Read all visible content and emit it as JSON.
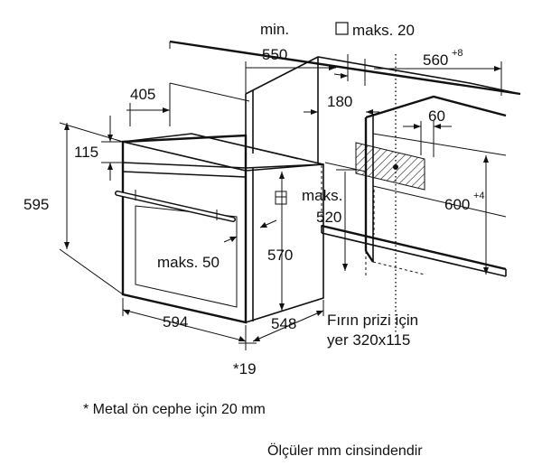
{
  "labels": {
    "min": "min.",
    "min_value": "550",
    "maks20": "maks. 20",
    "w560": "560",
    "w560_sup": "+8",
    "d405": "405",
    "d180": "180",
    "d60": "60",
    "d115": "115",
    "d595": "595",
    "maks_a": "maks.",
    "d520": "520",
    "h600": "600",
    "h600_sup": "+4",
    "d570": "570",
    "maks50": "maks. 50",
    "d594": "594",
    "d548": "548",
    "star19": "*19",
    "socket_line1": "Fırın prizi için",
    "socket_line2": "yer 320x115"
  },
  "notes": {
    "metal_front": "* Metal ön cephe için 20 mm",
    "units": "Ölçüler mm cinsindendir"
  }
}
